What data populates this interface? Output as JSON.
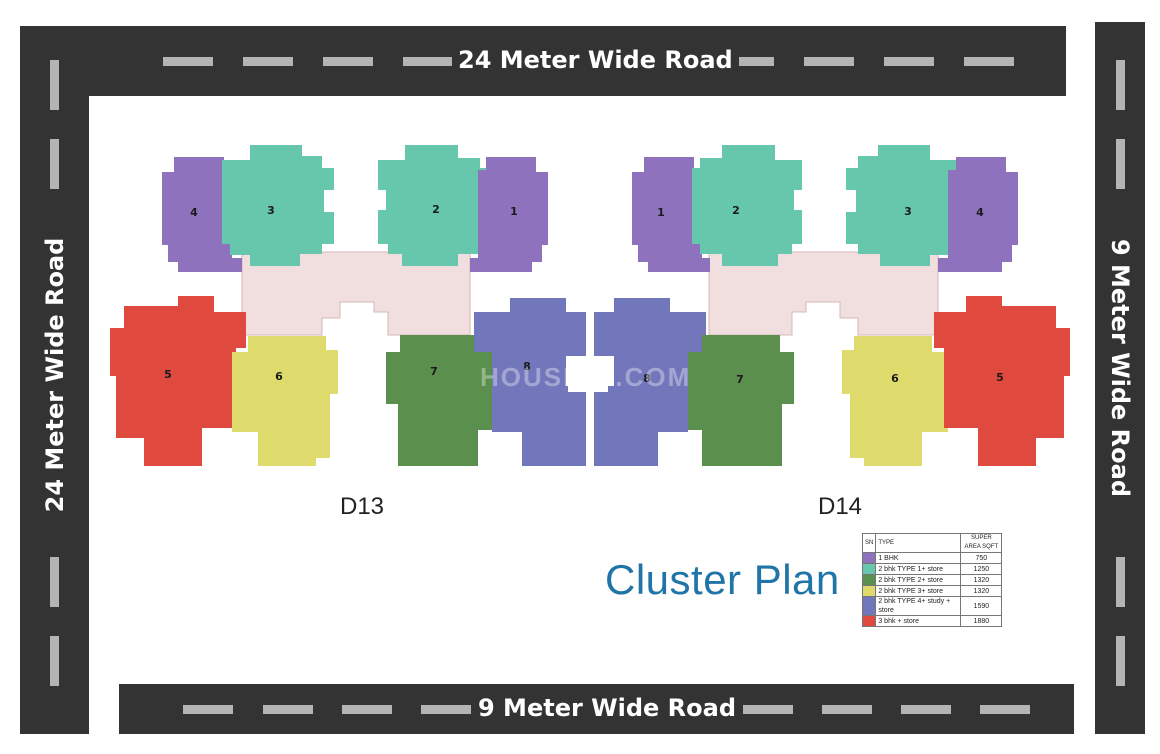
{
  "roads": {
    "top": "24  Meter Wide Road",
    "left": "24  Meter Wide Road",
    "right": "9  Meter Wide Road",
    "bottom": "9  Meter Wide Road"
  },
  "towers": {
    "d13": "D13",
    "d14": "D14"
  },
  "unit_numbers": {
    "u1": "1",
    "u2": "2",
    "u3": "3",
    "u4": "4",
    "u5": "5",
    "u6": "6",
    "u7": "7",
    "u8": "8"
  },
  "title": "Cluster Plan",
  "watermark": "HOUSING.COM",
  "legend": {
    "headers": {
      "sn": "SN",
      "type": "TYPE",
      "area": "SUPER AREA SQFT"
    },
    "rows": [
      {
        "type": "1 BHK",
        "area": "750",
        "color": "#8e72bd"
      },
      {
        "type": "2 bhk TYPE 1+ store",
        "area": "1250",
        "color": "#66c7ad"
      },
      {
        "type": "2 bhk TYPE 2+ store",
        "area": "1320",
        "color": "#5b8f4e"
      },
      {
        "type": "2 bhk TYPE 3+ store",
        "area": "1320",
        "color": "#dedb6c"
      },
      {
        "type": "2 bhk TYPE 4+ study + store",
        "area": "1590",
        "color": "#7276ba"
      },
      {
        "type": "3 bhk + store",
        "area": "1880",
        "color": "#e04a3e"
      }
    ]
  },
  "colors": {
    "road": "#333333",
    "dash": "#b4b4b4",
    "lobby": "#f1dede",
    "bhk1": "#8e72bd",
    "type1": "#66c7ad",
    "type2": "#5b8f4e",
    "type3": "#dedb6c",
    "type4": "#7276ba",
    "bhk3": "#e04a3e",
    "title": "#1f74a8"
  }
}
